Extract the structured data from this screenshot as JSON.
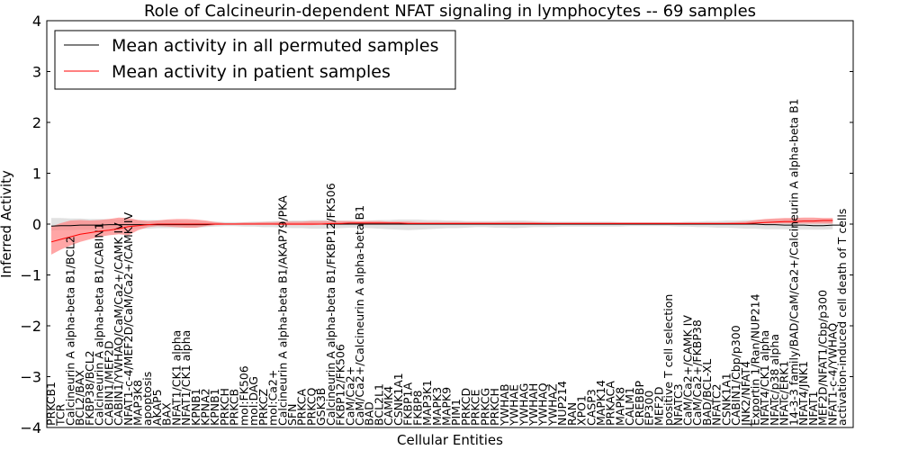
{
  "chart_data": {
    "type": "line",
    "title": "Role of Calcineurin-dependent NFAT signaling in lymphocytes -- 69 samples",
    "xlabel": "Cellular Entities",
    "ylabel": "Inferred Activity",
    "ylim": [
      -4,
      4
    ],
    "yticks": [
      -4,
      -3,
      -2,
      -1,
      0,
      1,
      2,
      3,
      4
    ],
    "grid": false,
    "legend_position": "top-left",
    "categories": [
      "PRKCB1",
      "TCR",
      "Calcineurin A alpha-beta B1/BCL2",
      "BCL2/BAX",
      "FKBP38/BCL2",
      "Calcineurin A alpha-beta B1/CABIN1",
      "CABIN1/MEF2D",
      "CABIN1/YWHAQ/CaM/Ca2+/CAMK IV",
      "NFAT1-c-4/MEF2D/CaM/Ca2+/CAMK IV",
      "MAP3K8",
      "apoptosis",
      "AKAP5",
      "BAX",
      "NFAT1/CK1 alpha",
      "NFAT1/CK1 alpha",
      "KPNB1",
      "KPNA2",
      "KPNB1",
      "PRKCH",
      "PRKCB",
      "mol:FK506",
      "mol:DAG",
      "PRKCZ",
      "mol:Ca2+",
      "Calcineurin A alpha-beta B1/AKAP79/PKA",
      "SFN",
      "PRKCA",
      "PRKCQ",
      "GSK3B",
      "Calcineurin A alpha-beta B1/FKBP12/FK506",
      "FKBP12/FK506",
      "CaM/Ca2+",
      "CaM/Ca2+/Calcineurin A alpha-beta B1",
      "BAD",
      "BCL2L1",
      "CAMK4",
      "CSNK1A1",
      "FKBP1A",
      "FKBP8",
      "MAP3K1",
      "MAPK3",
      "MAPK9",
      "PIM1",
      "PRKCD",
      "PRKCE",
      "PRKCG",
      "PRKCH",
      "YWHAB",
      "YWHAE",
      "YWHAG",
      "YWHAH",
      "YWHAQ",
      "YWHAZ",
      "NUP214",
      "RAN",
      "XPO1",
      "CASP3",
      "MAPK14",
      "PRKACA",
      "MAPK8",
      "CALM1",
      "CREBBP",
      "EP300",
      "MEF2D",
      "positive T cell selection",
      "NFATC3",
      "CaM/Ca2+/CAMK IV",
      "CaM/Ca2+/FKBP38",
      "BAD/BCL-XL",
      "NFATC2",
      "CSNK1A1",
      "CABIN1/Cbp/p300",
      "JNK2/NFAT4",
      "Exportin 1/Ran/NUP214",
      "NFAT4/CK1 alpha",
      "NFATc/p38 alpha",
      "NFATc/ERK1",
      "14-3-3 family/BAD/CaM/Ca2+/Calcineurin A alpha-beta B1",
      "NFAT4/JNK1",
      "NFAT1",
      "MEF2D/NFAT1/Cbp/p300",
      "NFAT1-c-4/YWHAQ",
      "activation-induced cell death of T cells"
    ],
    "series": [
      {
        "name": "Mean activity in all permuted samples",
        "color": "#000000",
        "band_color": "#c8c8c8",
        "values": [
          -0.04,
          -0.03,
          -0.03,
          -0.02,
          -0.02,
          -0.02,
          -0.01,
          -0.01,
          -0.01,
          -0.01,
          -0.01,
          -0.01,
          -0.01,
          -0.01,
          -0.01,
          -0.01,
          -0.01,
          0,
          0,
          0,
          0,
          0,
          0,
          0,
          0,
          0,
          0,
          0,
          0,
          0,
          0,
          0,
          0,
          0,
          0,
          0,
          0,
          0,
          0,
          0,
          0,
          0,
          0,
          0,
          0,
          0,
          0,
          0,
          0,
          0,
          0,
          0,
          0,
          0,
          0,
          0,
          0,
          0,
          0,
          0,
          0,
          0,
          0,
          0,
          0,
          0,
          0,
          0,
          0,
          0,
          0,
          0,
          0,
          0,
          -0.01,
          -0.01,
          -0.02,
          -0.02,
          -0.02,
          -0.03,
          -0.03,
          -0.02,
          -0.02
        ],
        "lower": [
          -0.13,
          -0.12,
          -0.12,
          -0.11,
          -0.11,
          -0.1,
          -0.1,
          -0.1,
          -0.09,
          -0.09,
          -0.09,
          -0.08,
          -0.08,
          -0.08,
          -0.07,
          -0.07,
          -0.06,
          -0.05,
          -0.04,
          -0.04,
          -0.05,
          -0.05,
          -0.06,
          -0.06,
          -0.07,
          -0.08,
          -0.08,
          -0.09,
          -0.09,
          -0.09,
          -0.08,
          -0.07,
          -0.07,
          -0.08,
          -0.09,
          -0.1,
          -0.11,
          -0.12,
          -0.11,
          -0.1,
          -0.09,
          -0.08,
          -0.08,
          -0.07,
          -0.06,
          -0.06,
          -0.07,
          -0.07,
          -0.08,
          -0.07,
          -0.06,
          -0.06,
          -0.06,
          -0.05,
          -0.05,
          -0.05,
          -0.05,
          -0.05,
          -0.05,
          -0.05,
          -0.04,
          -0.04,
          -0.04,
          -0.04,
          -0.04,
          -0.05,
          -0.05,
          -0.06,
          -0.06,
          -0.07,
          -0.07,
          -0.08,
          -0.09,
          -0.09,
          -0.1,
          -0.1,
          -0.1,
          -0.11,
          -0.11,
          -0.11,
          -0.11,
          -0.1
        ],
        "upper": [
          0.12,
          0.12,
          0.11,
          0.11,
          0.1,
          0.1,
          0.1,
          0.09,
          0.09,
          0.08,
          0.08,
          0.08,
          0.07,
          0.07,
          0.06,
          0.06,
          0.05,
          0.05,
          0.04,
          0.04,
          0.04,
          0.05,
          0.05,
          0.06,
          0.06,
          0.07,
          0.07,
          0.08,
          0.08,
          0.08,
          0.07,
          0.07,
          0.06,
          0.07,
          0.08,
          0.08,
          0.09,
          0.09,
          0.09,
          0.08,
          0.08,
          0.07,
          0.07,
          0.06,
          0.06,
          0.06,
          0.06,
          0.07,
          0.07,
          0.07,
          0.06,
          0.06,
          0.05,
          0.05,
          0.05,
          0.05,
          0.05,
          0.05,
          0.05,
          0.04,
          0.04,
          0.04,
          0.04,
          0.04,
          0.04,
          0.04,
          0.05,
          0.05,
          0.06,
          0.06,
          0.07,
          0.07,
          0.08,
          0.08,
          0.09,
          0.09,
          0.1,
          0.1,
          0.1,
          0.1,
          0.1,
          0.1
        ]
      },
      {
        "name": "Mean activity in patient samples",
        "color": "#ff0000",
        "band_color": "#ff8080",
        "values": [
          -0.35,
          -0.3,
          -0.25,
          -0.2,
          -0.17,
          -0.14,
          -0.12,
          -0.09,
          -0.05,
          -0.03,
          -0.01,
          0,
          0,
          0,
          0,
          0,
          0,
          0,
          0,
          0,
          0,
          0,
          0,
          0,
          0,
          0,
          0,
          0,
          0,
          0.01,
          0.01,
          0.02,
          0.02,
          0.02,
          0.02,
          0.02,
          0.02,
          0.01,
          0.01,
          0.01,
          0.01,
          0.01,
          0.01,
          0.01,
          0.01,
          0.01,
          0.01,
          0.01,
          0.01,
          0.01,
          0.01,
          0.01,
          0.01,
          0.01,
          0.01,
          0.01,
          0.01,
          0.01,
          0.01,
          0.01,
          0.01,
          0.01,
          0.01,
          0.01,
          0.01,
          0.01,
          0.01,
          0.01,
          0.01,
          0.01,
          0.01,
          0.01,
          0.01,
          0.02,
          0.03,
          0.04,
          0.05,
          0.05,
          0.06,
          0.06,
          0.07,
          0.07
        ],
        "lower": [
          -0.6,
          -0.5,
          -0.42,
          -0.35,
          -0.3,
          -0.25,
          -0.22,
          -0.2,
          -0.22,
          -0.12,
          -0.06,
          -0.04,
          -0.05,
          -0.06,
          -0.07,
          -0.07,
          -0.04,
          -0.02,
          -0.01,
          -0.01,
          -0.01,
          -0.01,
          -0.01,
          -0.01,
          -0.02,
          -0.02,
          -0.02,
          -0.02,
          -0.01,
          -0.01,
          -0.01,
          0,
          0,
          0,
          0,
          0,
          0,
          0,
          0,
          0,
          0,
          0,
          0,
          0,
          0,
          0,
          0,
          0,
          0,
          0,
          0,
          0,
          0,
          0,
          0,
          0,
          0,
          0,
          0,
          0,
          0,
          0,
          0,
          0,
          0,
          0,
          0,
          0,
          0,
          0,
          0,
          0,
          0,
          0.01,
          0.01,
          0.01,
          0.01,
          0.01,
          0.01,
          0.01,
          0.01,
          0.01
        ],
        "upper": [
          -0.05,
          0.02,
          0.07,
          0.08,
          0.07,
          0.08,
          0.1,
          0.13,
          0.12,
          0.08,
          0.06,
          0.07,
          0.09,
          0.1,
          0.1,
          0.09,
          0.07,
          0.04,
          0.02,
          0.02,
          0.03,
          0.03,
          0.04,
          0.04,
          0.05,
          0.05,
          0.05,
          0.06,
          0.06,
          0.06,
          0.06,
          0.06,
          0.06,
          0.06,
          0.06,
          0.05,
          0.05,
          0.05,
          0.04,
          0.04,
          0.04,
          0.04,
          0.04,
          0.04,
          0.04,
          0.04,
          0.04,
          0.04,
          0.04,
          0.04,
          0.04,
          0.03,
          0.03,
          0.03,
          0.03,
          0.03,
          0.03,
          0.03,
          0.03,
          0.03,
          0.03,
          0.03,
          0.03,
          0.03,
          0.03,
          0.03,
          0.03,
          0.03,
          0.03,
          0.03,
          0.03,
          0.04,
          0.05,
          0.08,
          0.1,
          0.11,
          0.12,
          0.12,
          0.13,
          0.13,
          0.12,
          0.12
        ]
      }
    ]
  }
}
